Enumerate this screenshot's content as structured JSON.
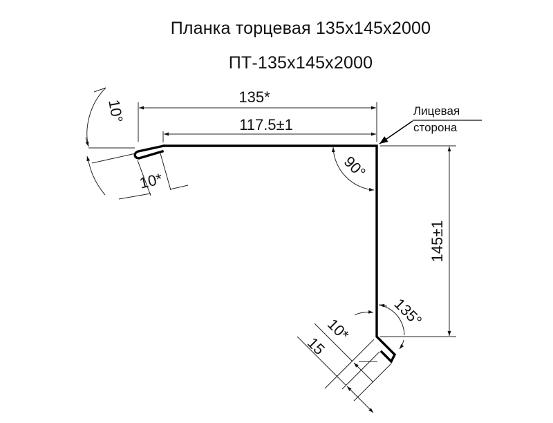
{
  "drawing": {
    "title": "Планка торцевая 135х145х2000",
    "code": "ПТ-135х145х2000",
    "face_label_line1": "Лицевая",
    "face_label_line2": "сторона"
  },
  "dimensions": {
    "overall_width": "135*",
    "top_width": "117.5±1",
    "height": "145±1",
    "top_angle": "10°",
    "top_hem": "10*",
    "corner_angle": "90°",
    "bottom_angle": "135°",
    "bottom_hem": "10*",
    "bottom_leg": "15"
  },
  "colors": {
    "profile": "#000000",
    "lines": "#222222",
    "background": "#ffffff"
  }
}
